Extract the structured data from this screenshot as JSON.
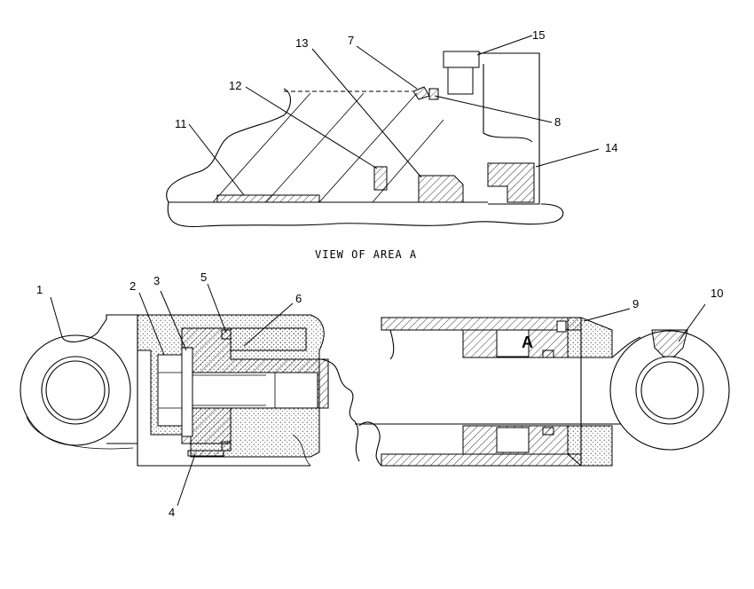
{
  "caption": "VIEW OF AREA A",
  "area_marker": "A",
  "callouts": [
    "1",
    "2",
    "3",
    "4",
    "5",
    "6",
    "7",
    "8",
    "9",
    "10",
    "11",
    "12",
    "13",
    "14",
    "15"
  ]
}
